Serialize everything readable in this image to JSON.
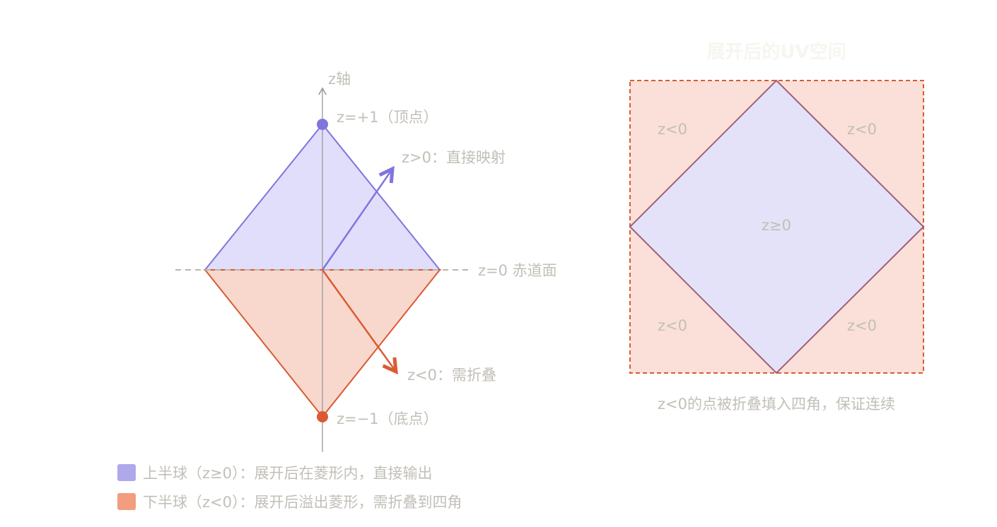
{
  "left": {
    "axis_label": "z轴",
    "top_point": "z=+1（顶点）",
    "bottom_point": "z=−1（底点）",
    "equator": "z=0 赤道面",
    "arrow_up": "z>0：直接映射",
    "arrow_down": "z<0：需折叠"
  },
  "right": {
    "title": "展开后的UV空间",
    "center": "z≥0",
    "corners": [
      "z<0",
      "z<0",
      "z<0",
      "z<0"
    ],
    "caption": "z<0的点被折叠填入四角，保证连续"
  },
  "legend": [
    {
      "label": "上半球（z≥0）：展开后在菱形内，直接输出",
      "color": "#afa8ea"
    },
    {
      "label": "下半球（z<0）：展开后溢出菱形，需折叠到四角",
      "color": "#f19d7e"
    }
  ],
  "colors": {
    "purple": "#8075dc",
    "orange": "#d95b35",
    "purple_fill": "#e0defa",
    "orange_fill": "#f8d8cd"
  }
}
